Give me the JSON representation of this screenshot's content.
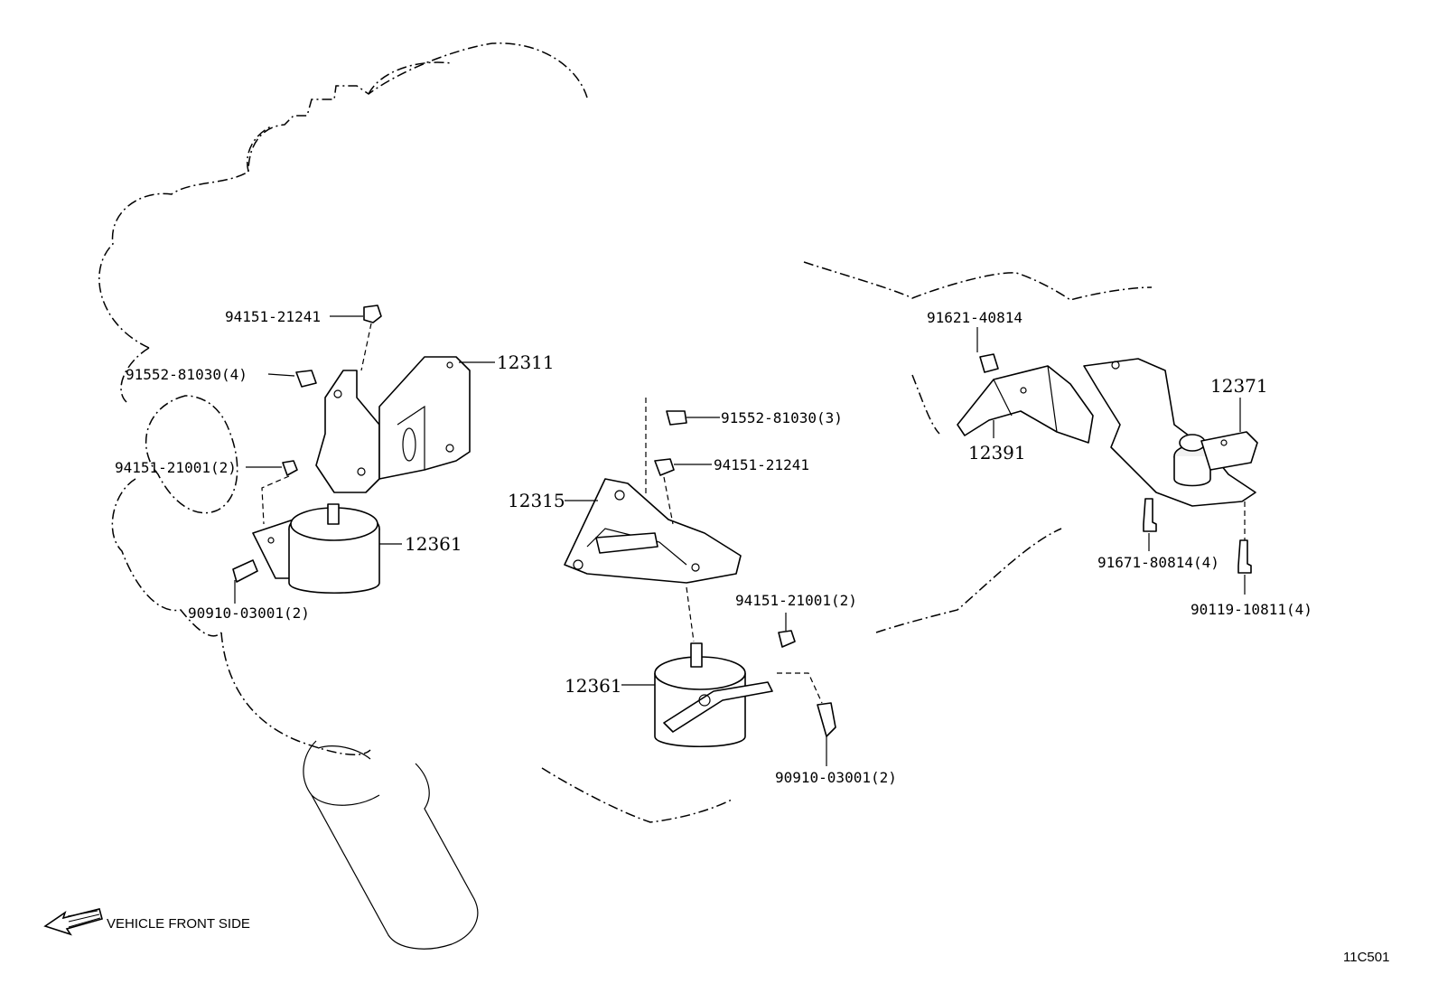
{
  "diagram": {
    "labels": {
      "p94151_21241_a": "94151-21241",
      "p91552_81030_4": "91552-81030(4)",
      "p12311": "12311",
      "p94151_21001_2_a": "94151-21001(2)",
      "p12361_a": "12361",
      "p90910_03001_2_a": "90910-03001(2)",
      "p91552_81030_3": "91552-81030(3)",
      "p94151_21241_b": "94151-21241",
      "p12315": "12315",
      "p94151_21001_2_b": "94151-21001(2)",
      "p12361_b": "12361",
      "p90910_03001_2_b": "90910-03001(2)",
      "p91621_40814": "91621-40814",
      "p12391": "12391",
      "p12371": "12371",
      "p91671_80814_4": "91671-80814(4)",
      "p90119_10811_4": "90119-10811(4)"
    },
    "front_indicator": "VEHICLE FRONT SIDE",
    "figure_code": "11C501"
  }
}
